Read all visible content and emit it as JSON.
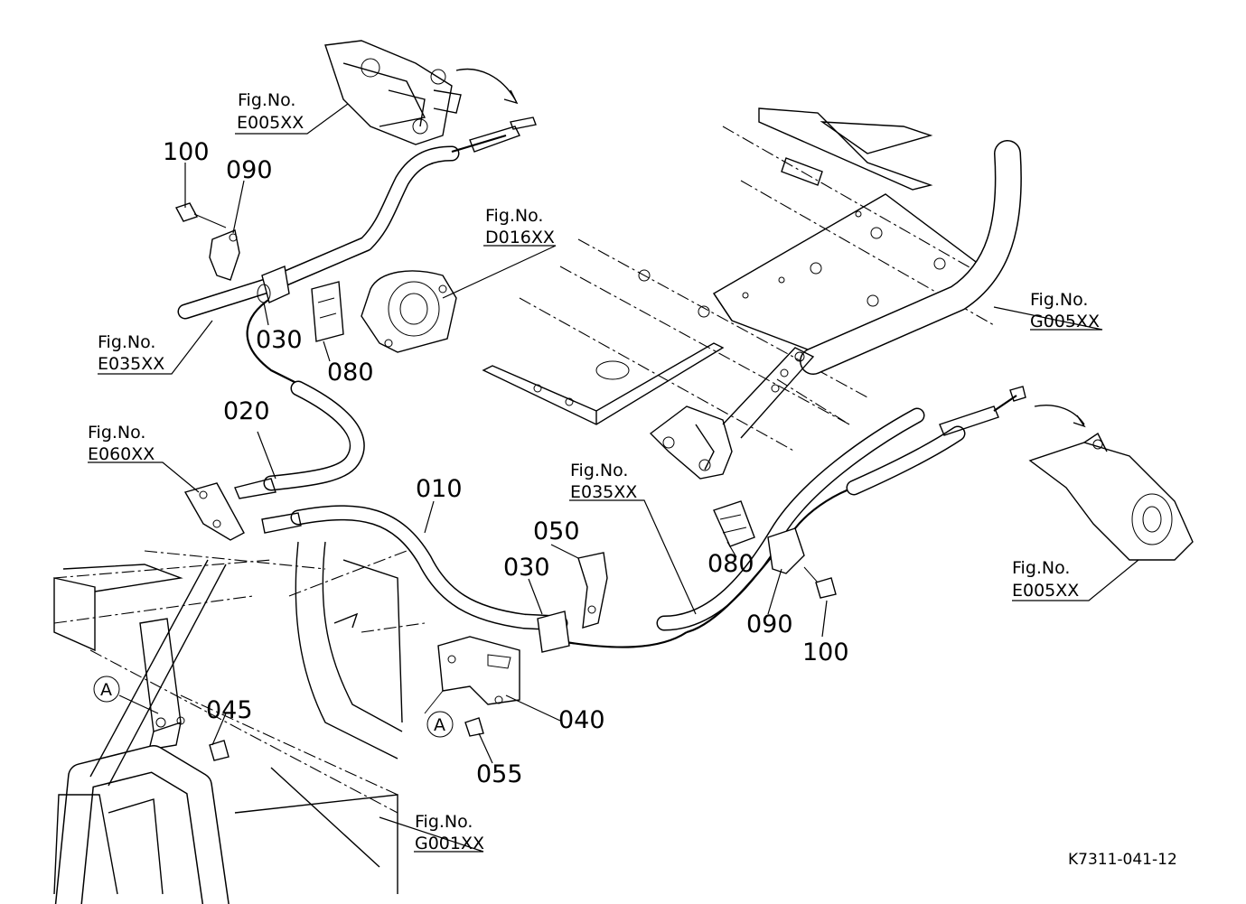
{
  "diagram": {
    "drawing_number": "K7311-041-12",
    "callout_marker": "A",
    "part_numbers": {
      "p010": "010",
      "p020": "020",
      "p030_top": "030",
      "p030_bottom": "030",
      "p040": "040",
      "p045": "045",
      "p050": "050",
      "p055": "055",
      "p080_top": "080",
      "p080_bottom": "080",
      "p090_top": "090",
      "p090_bottom": "090",
      "p100_top": "100",
      "p100_bottom": "100"
    },
    "figure_refs": {
      "fig_label": "Fig.No.",
      "e005_top": "E005XX",
      "d016": "D016XX",
      "e035_left": "E035XX",
      "e060": "E060XX",
      "e035_mid": "E035XX",
      "g005": "G005XX",
      "e005_right": "E005XX",
      "g001": "G001XX"
    }
  }
}
